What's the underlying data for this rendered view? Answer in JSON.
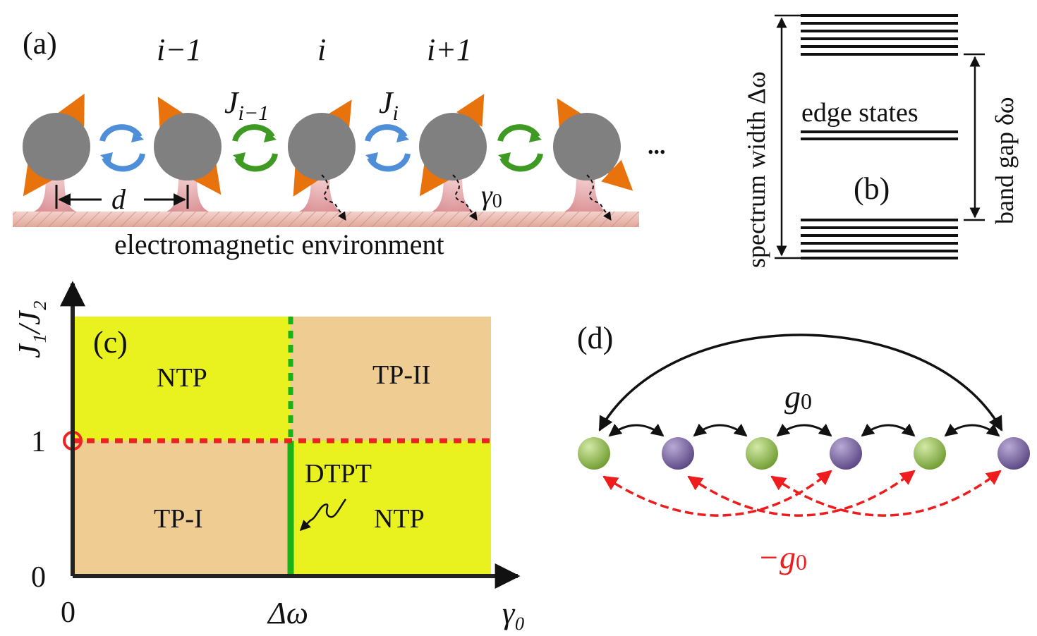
{
  "panel_a": {
    "label": "(a)",
    "site_labels": [
      "i−1",
      "i",
      "i+1"
    ],
    "coupling_labels": [
      "J",
      "i−1",
      "J",
      "i"
    ],
    "distance_label": "d",
    "decay_label": "γ",
    "decay_sub": "0",
    "environment_label": "electromagnetic environment",
    "ellipsis": "...",
    "colors": {
      "atom": "#808080",
      "spin_arrow": "#e8720c",
      "coupling_blue": "#4f8fd8",
      "coupling_green": "#3f9a24",
      "substrate": "#e7b2a9"
    }
  },
  "panel_b": {
    "label": "(b)",
    "spectrum_label": "spectrum width Δω",
    "gap_label": "band gap δω",
    "edge_label": "edge states"
  },
  "panel_c": {
    "label": "(c)",
    "ylabel": "J₁/J₂",
    "xlabel": "γ₀",
    "x_ticks": [
      "0",
      "Δω"
    ],
    "y_ticks": [
      "0",
      "1"
    ],
    "regions": [
      "NTP",
      "TP-II",
      "TP-I",
      "NTP"
    ],
    "transition_label": "DTPT",
    "colors": {
      "yellow": "#e9f21f",
      "tan": "#efcc91",
      "green": "#19b319",
      "red": "#ee2222"
    }
  },
  "panel_d": {
    "label": "(d)",
    "coupling_pos": "g",
    "coupling_pos_sub": "0",
    "coupling_neg": "−g",
    "coupling_neg_sub": "0",
    "colors": {
      "green_node": "#7fa83a",
      "purple_node": "#6f5a95",
      "neg_arrow": "#ee1c1c"
    }
  }
}
